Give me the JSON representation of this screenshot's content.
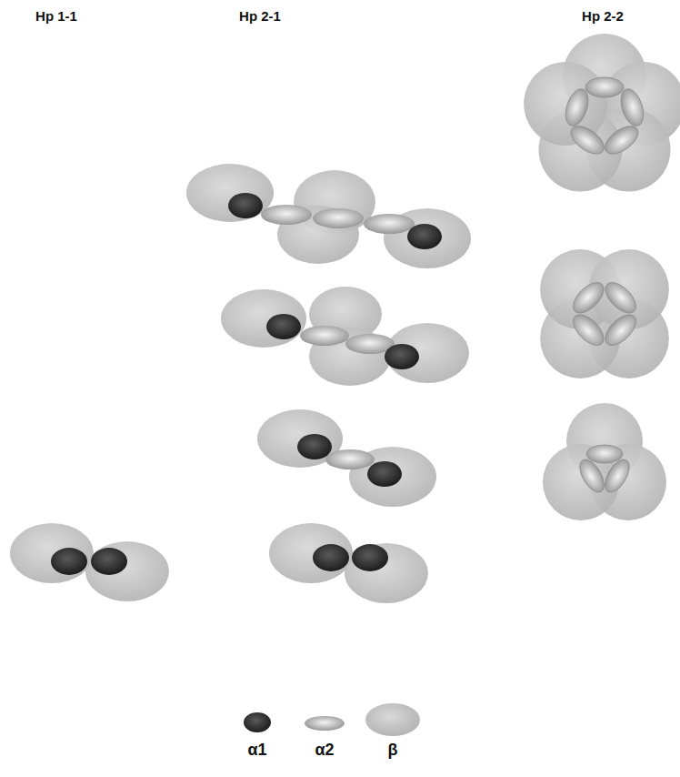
{
  "diagram": {
    "labels": [
      "Hp 1-1",
      "Hp 2-1",
      "Hp 2-2"
    ],
    "legend": [
      {
        "text": "α1"
      },
      {
        "text": "α2"
      },
      {
        "text": "β"
      }
    ]
  }
}
